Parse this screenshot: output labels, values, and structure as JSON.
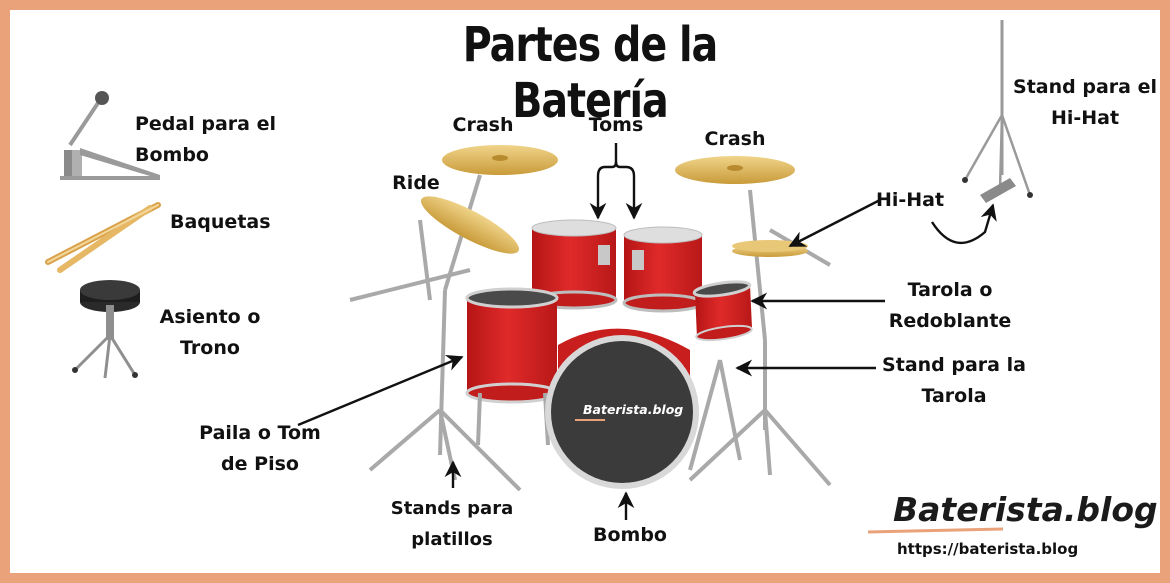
{
  "title": "Partes de la Batería",
  "labels": {
    "crash_left": "Crash",
    "toms": "Toms",
    "crash_right": "Crash",
    "ride": "Ride",
    "hihat": "Hi-Hat",
    "hihat_stand_1": "Stand para el",
    "hihat_stand_2": "Hi-Hat",
    "pedal_1": "Pedal para el",
    "pedal_2": "Bombo",
    "baquetas": "Baquetas",
    "asiento_1": "Asiento o",
    "asiento_2": "Trono",
    "tarola_1": "Tarola o",
    "tarola_2": "Redoblante",
    "stand_tarola_1": "Stand para la",
    "stand_tarola_2": "Tarola",
    "paila_1": "Paila o Tom",
    "paila_2": "de Piso",
    "stands_platillos_1": "Stands para",
    "stands_platillos_2": "platillos",
    "bombo": "Bombo"
  },
  "drum_head_logo": "Baterista.blog",
  "brand": {
    "name": "Baterista.blog",
    "url": "https://baterista.blog",
    "underline_color": "#e9a27a"
  },
  "colors": {
    "frame": "#e9a27a",
    "drum_red": "#d42020",
    "cymbal": "#e3bd63",
    "hardware": "#a9a9a9",
    "bass_head": "#3b3b3b"
  }
}
